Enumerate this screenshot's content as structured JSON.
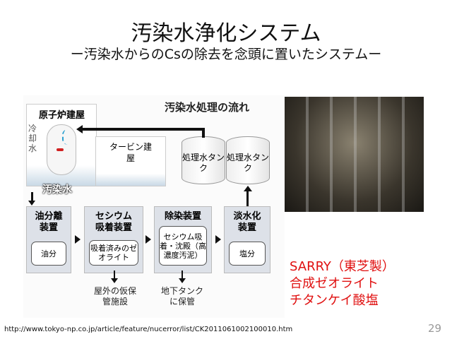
{
  "slide": {
    "title": "汚染水浄化システム",
    "subtitle": "ー汚染水からのCsの除去を念頭に置いたシステムー",
    "page_number": "29",
    "source_url": "http://www.tokyo-np.co.jp/article/feature/nucerror/list/CK2011061002100010.htm"
  },
  "diagram": {
    "title": "汚染水処理の流れ",
    "reactor_building": "原子炉建屋",
    "cooling_water": "冷却水",
    "turbine_building": "タービン建屋",
    "contaminated_water": "汚染水",
    "tanks": [
      "処理水タンク",
      "処理水タンク"
    ],
    "steps": [
      {
        "name": "油分離装置",
        "inner": "油分"
      },
      {
        "name": "セシウム吸着装置",
        "inner": "吸着済みのゼオライト"
      },
      {
        "name": "除染装置",
        "inner": "セシウム吸着・沈殿（高濃度汚泥）"
      },
      {
        "name": "淡水化装置",
        "inner": "塩分"
      }
    ],
    "outputs": [
      "屋外の仮保管施設",
      "地下タンクに保管"
    ]
  },
  "notes": [
    "SARRY（東芝製）",
    "合成ゼオライト",
    "チタンケイ酸塩"
  ],
  "colors": {
    "note_red": "#e01010"
  }
}
